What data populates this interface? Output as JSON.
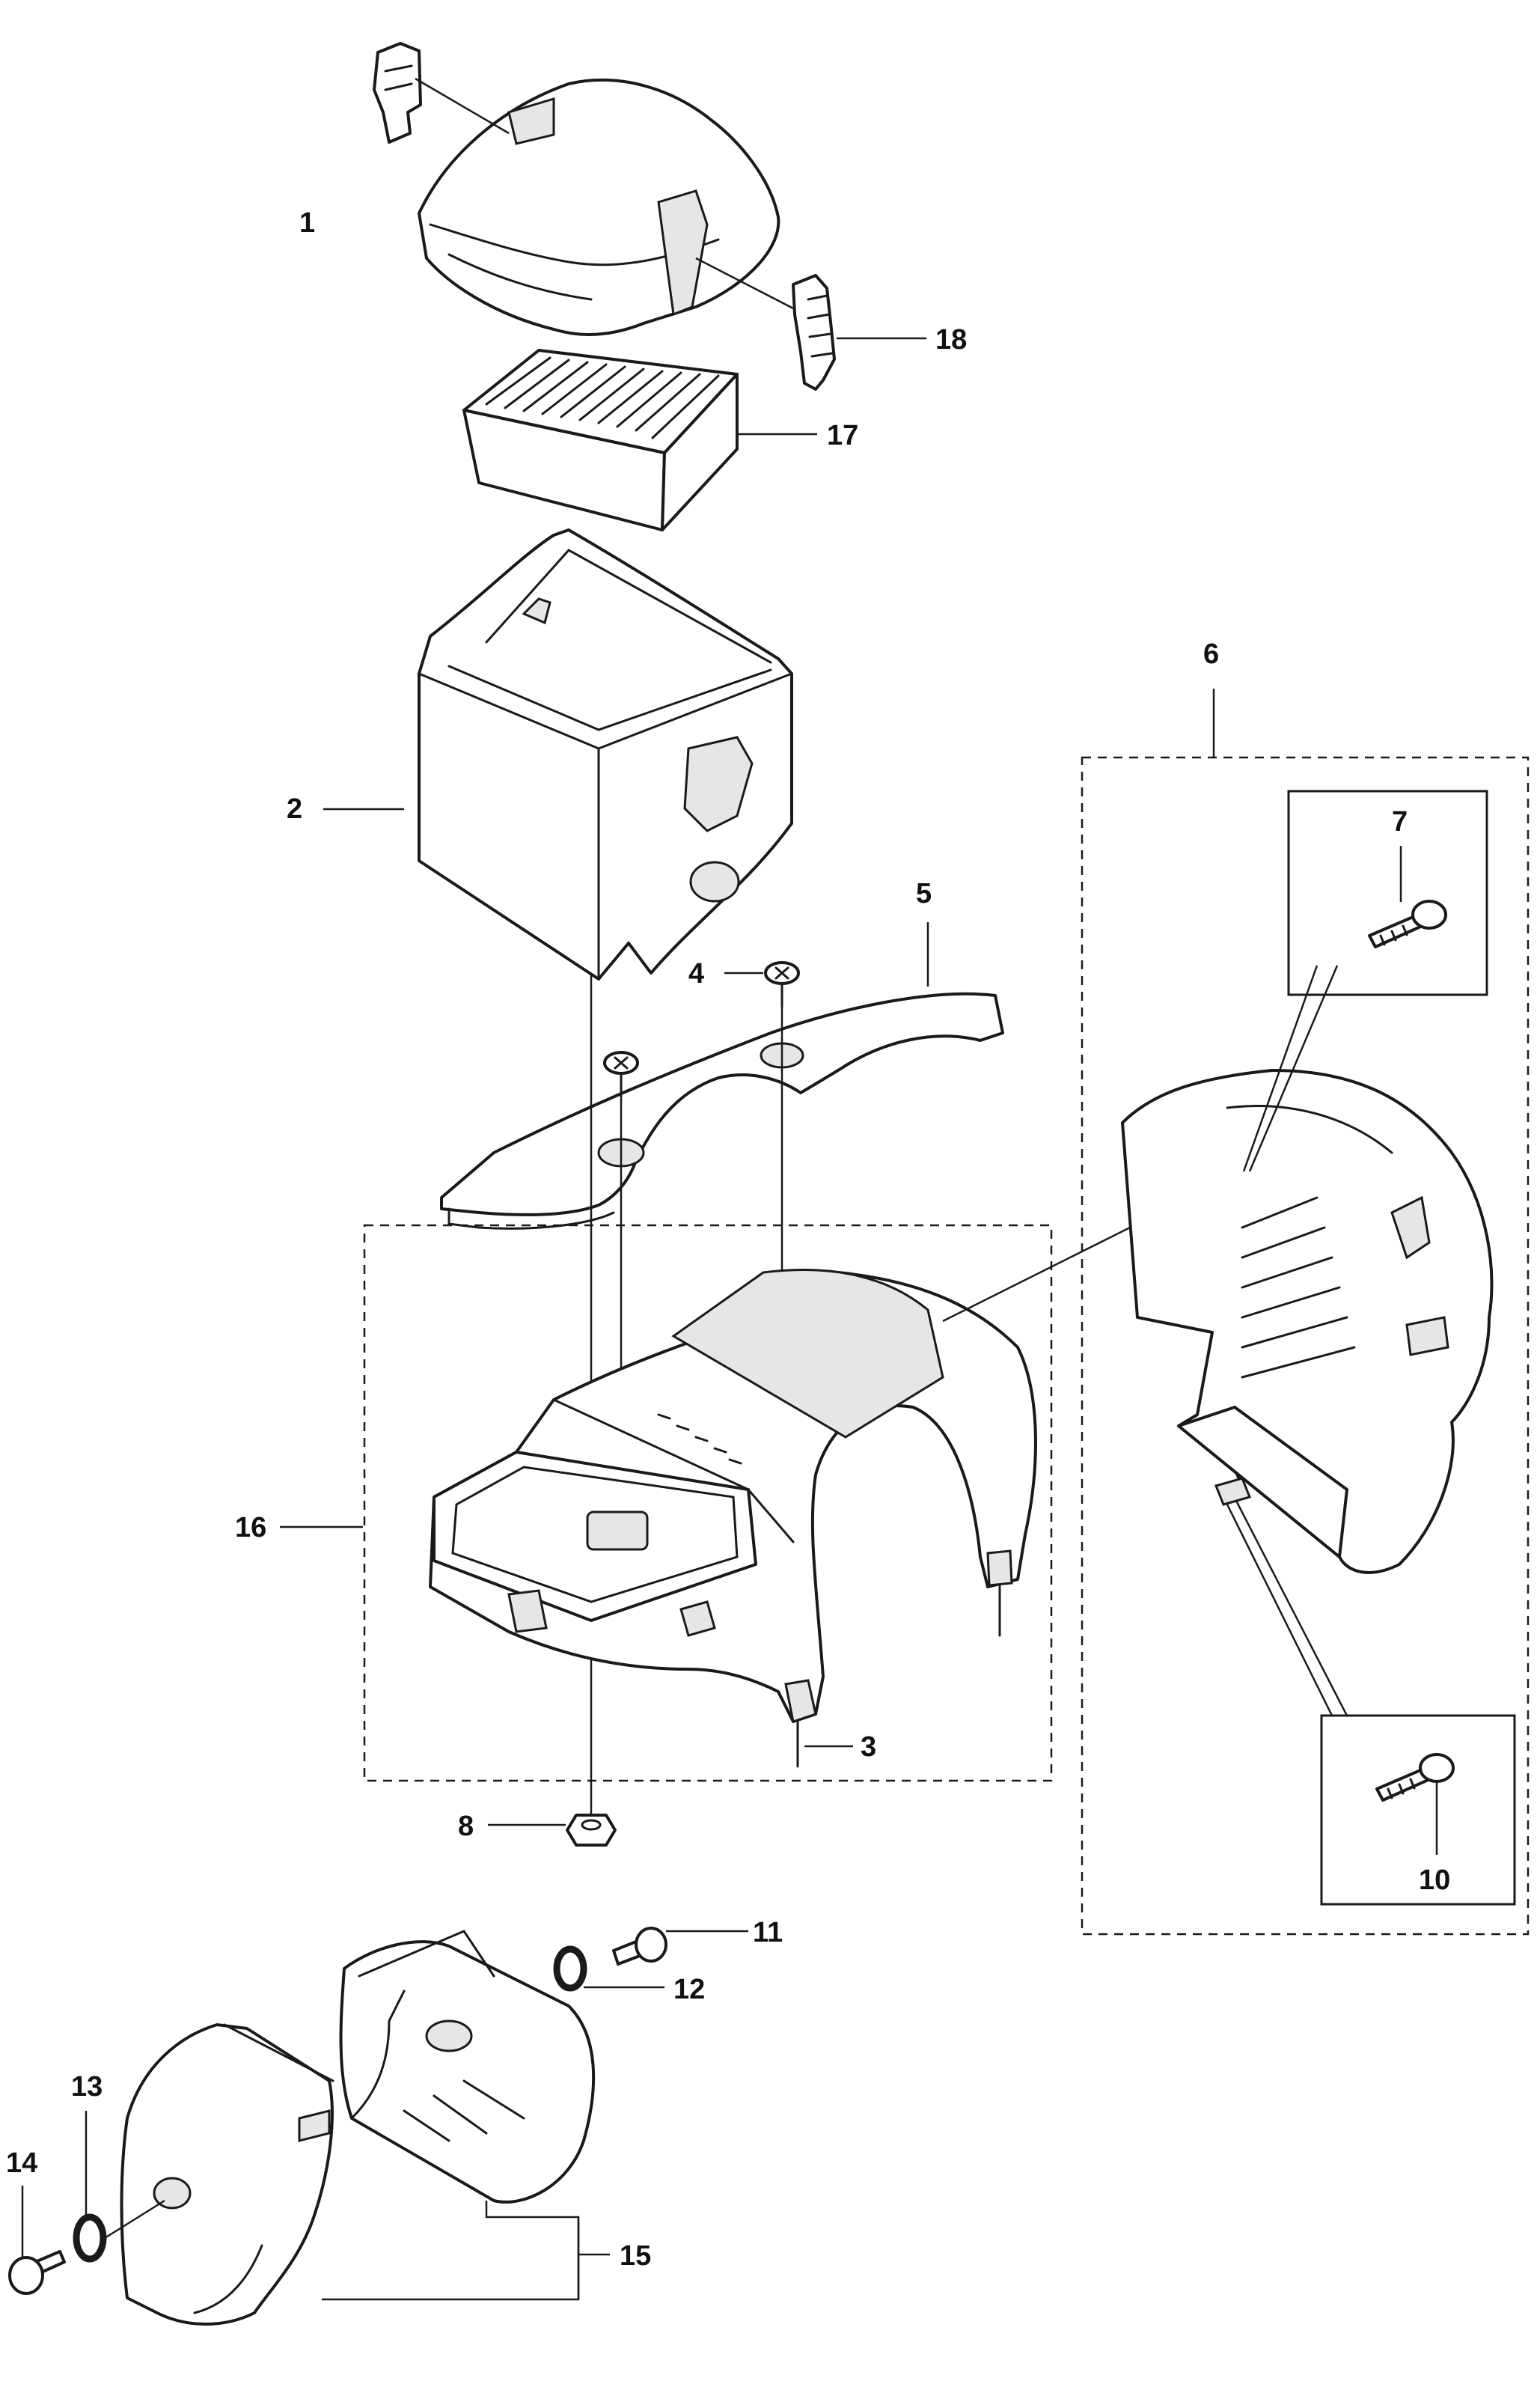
{
  "labels": {
    "p1": "1",
    "p2": "2",
    "p3": "3",
    "p4": "4",
    "p5": "5",
    "p6": "6",
    "p7": "7",
    "p8": "8",
    "p10": "10",
    "p11": "11",
    "p12": "12",
    "p13": "13",
    "p14": "14",
    "p15": "15",
    "p16": "16",
    "p17": "17",
    "p18": "18"
  }
}
